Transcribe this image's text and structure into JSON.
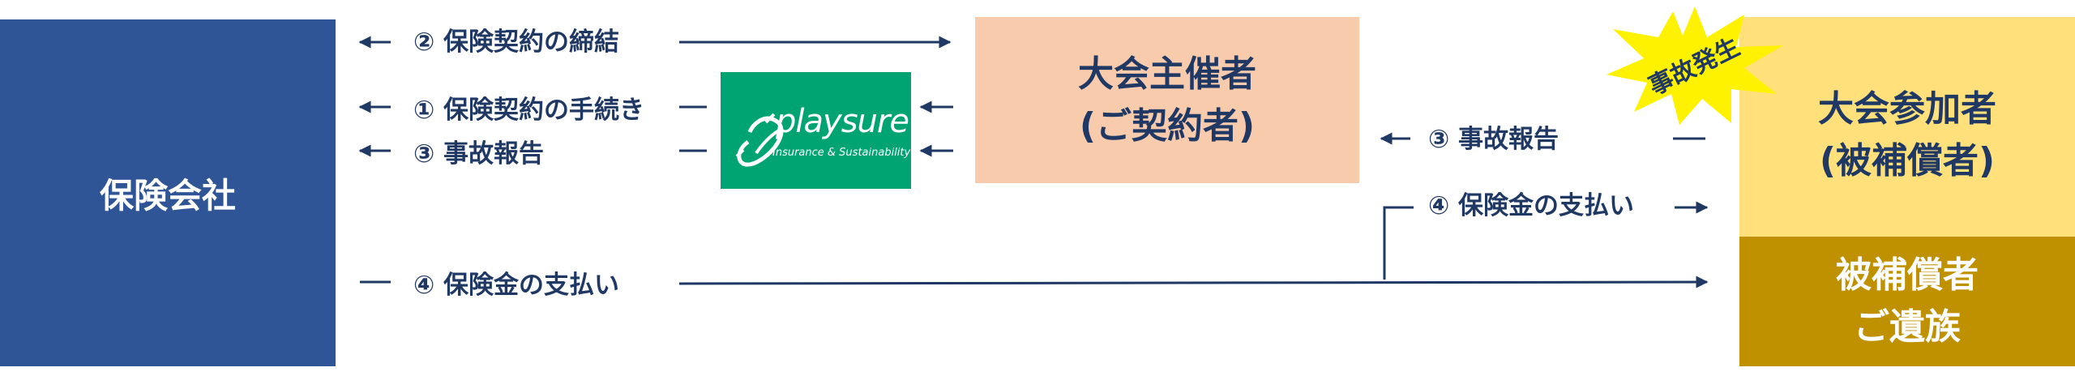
{
  "insurer": {
    "label": "保険会社"
  },
  "organizer": {
    "line1": "大会主催者",
    "line2": "(ご契約者)"
  },
  "participant": {
    "line1": "大会参加者",
    "line2": "(被補償者)"
  },
  "family": {
    "line1": "被補償者",
    "line2": "ご遺族"
  },
  "accident_badge": {
    "label": "事故発生",
    "color": "#fff200"
  },
  "logo": {
    "brand": "playsure",
    "tagline": "Insurance & Sustainability"
  },
  "flows": {
    "contract_conclusion": "② 保険契約の締結",
    "contract_procedure": "① 保険契約の手続き",
    "accident_report_left": "③ 事故報告",
    "accident_report_right": "③ 事故報告",
    "payment_right": "④ 保険金の支払い",
    "payment_bottom": "④ 保険金の支払い"
  },
  "colors": {
    "navy": "#1f3864",
    "insurer_blue": "#2f5597",
    "organizer_peach": "#f8cbad",
    "participant_yellow": "#ffe07a",
    "family_gold": "#bf9000",
    "logo_green": "#00a473"
  }
}
